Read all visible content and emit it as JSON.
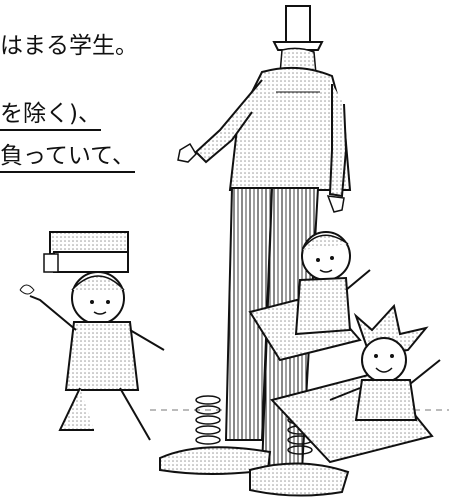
{
  "text": {
    "line1": "はまる学生。",
    "line2": "を除く)、",
    "line3": "負っていて、"
  },
  "colors": {
    "ink": "#111111",
    "background": "#ffffff",
    "shade": "#9a9a9a"
  },
  "illustration": {
    "figures": [
      "tall-stilt-man-with-top-hat",
      "child-with-books-on-head",
      "child-on-kite",
      "clown-child-on-kite",
      "spring-stilts"
    ]
  }
}
